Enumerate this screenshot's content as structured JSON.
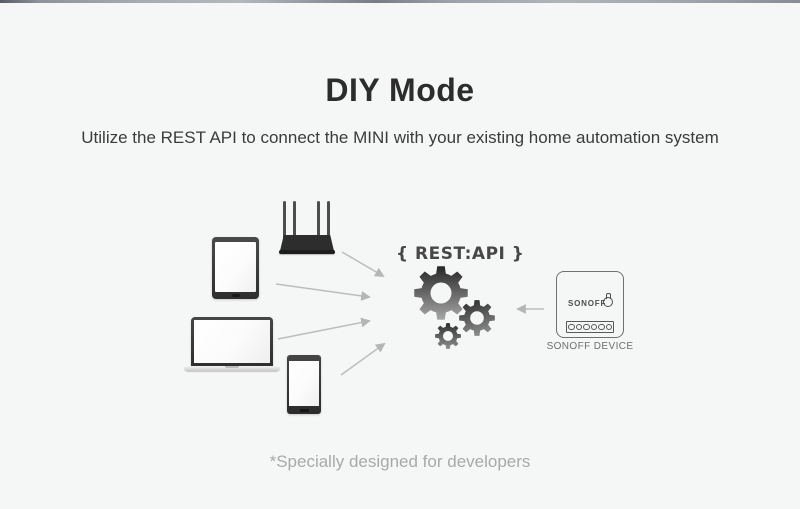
{
  "page": {
    "title": "DIY Mode",
    "subtitle": "Utilize the REST API to connect the MINI with your existing home automation system",
    "footnote": "*Specially designed for developers",
    "background": "#f5f6f6"
  },
  "diagram": {
    "rest_api_label": "{ REST:API }",
    "sonoff_device": {
      "brand": "SONOFF",
      "caption": "SONOFF DEVICE"
    },
    "client_devices": [
      {
        "name": "tablet"
      },
      {
        "name": "wifi-router"
      },
      {
        "name": "laptop"
      },
      {
        "name": "smartphone"
      }
    ]
  },
  "colors": {
    "title_text": "#2c2c2c",
    "subtitle_text": "#3b3b3b",
    "footnote_text": "#a9a9a9",
    "arrow": "#bdbdbd",
    "rest_api_text": "#474747",
    "gear_gradient_top": "#262626",
    "gear_gradient_bottom": "#a8a8a8",
    "device_outline": "#6f6f6f"
  }
}
